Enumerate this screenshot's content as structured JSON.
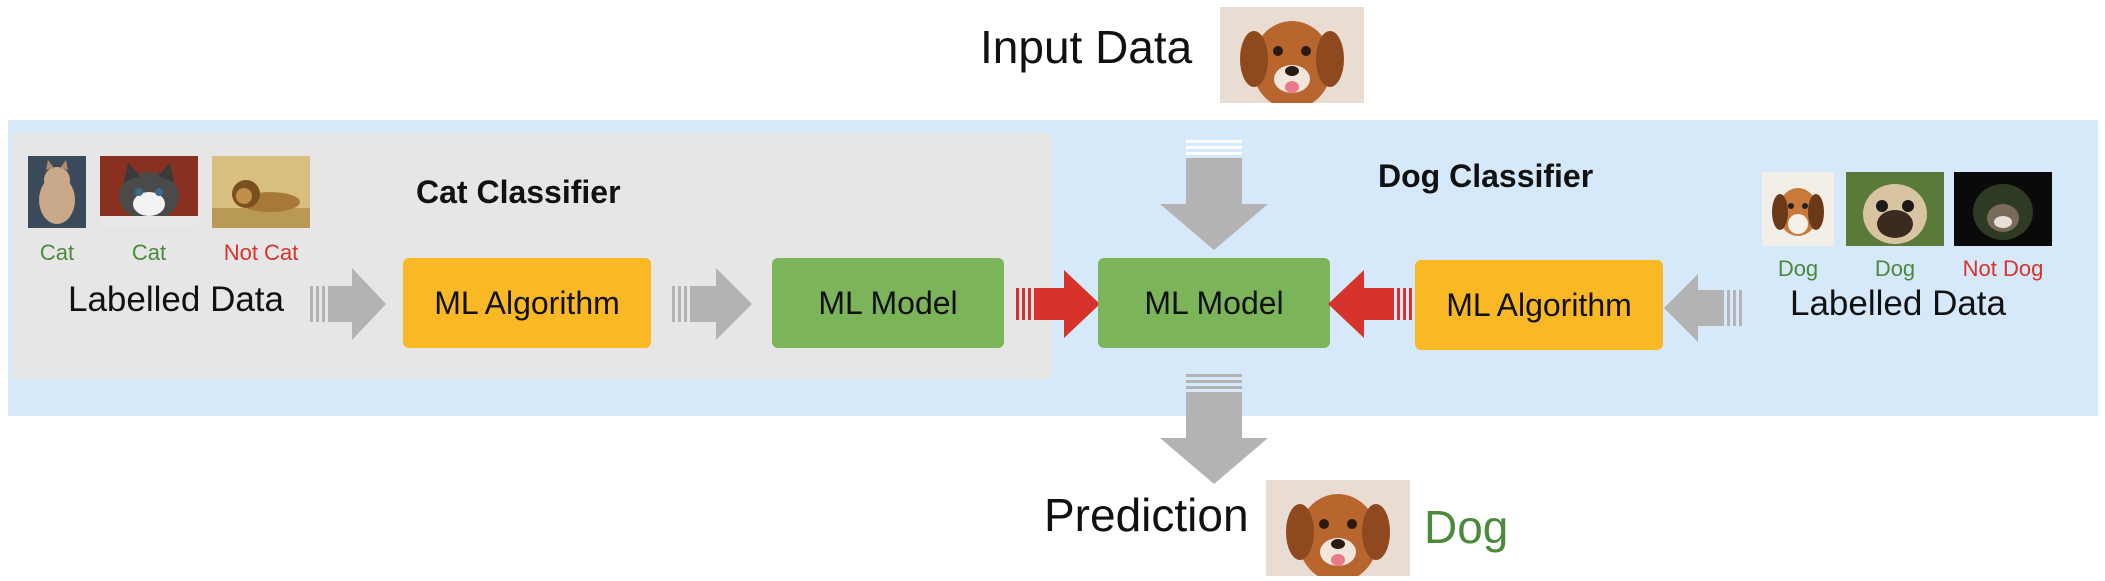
{
  "input": {
    "label": "Input Data"
  },
  "cat_classifier": {
    "title": "Cat Classifier",
    "data_label": "Labelled Data",
    "algo_label": "ML Algorithm",
    "model_label": "ML Model",
    "samples": [
      {
        "label": "Cat",
        "color": "#4a8a3a"
      },
      {
        "label": "Cat",
        "color": "#4a8a3a"
      },
      {
        "label": "Not Cat",
        "color": "#d8332a"
      }
    ]
  },
  "dog_classifier": {
    "title": "Dog Classifier",
    "data_label": "Labelled Data",
    "algo_label": "ML Algorithm",
    "model_label": "ML Model",
    "samples": [
      {
        "label": "Dog",
        "color": "#4a8a3a"
      },
      {
        "label": "Dog",
        "color": "#4a8a3a"
      },
      {
        "label": "Not Dog",
        "color": "#d8332a"
      }
    ]
  },
  "output": {
    "label": "Prediction",
    "result": "Dog",
    "result_color": "#4a8a3a"
  },
  "colors": {
    "band": "#d6e9fa",
    "panel": "#e6e6e6",
    "algo": "#f9b824",
    "model": "#7cb45a",
    "arrow_gray": "#b3b3b3",
    "arrow_red": "#d8332a"
  }
}
